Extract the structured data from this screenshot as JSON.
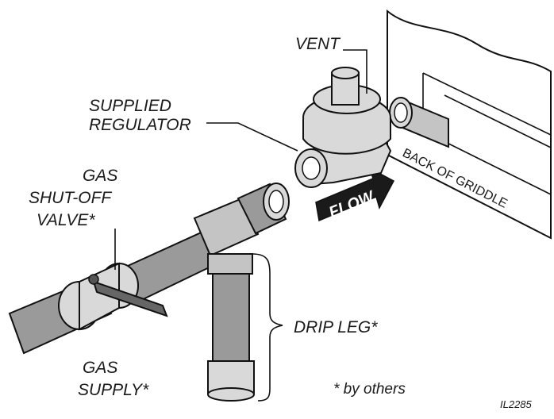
{
  "labels": {
    "vent": "VENT",
    "regulator_line1": "SUPPLIED",
    "regulator_line2": "REGULATOR",
    "valve_line1": "GAS",
    "valve_line2": "SHUT-OFF",
    "valve_line3": "VALVE*",
    "back_of_griddle": "BACK OF GRIDDLE",
    "flow": "FLOW",
    "drip_leg": "DRIP LEG*",
    "gas_supply_line1": "GAS",
    "gas_supply_line2": "SUPPLY*",
    "by_others": "* by others",
    "figure_code": "IL2285"
  },
  "icons": {
    "flow_arrow": "flow-arrow-icon",
    "regulator": "regulator-icon",
    "shutoff_valve": "valve-icon"
  }
}
